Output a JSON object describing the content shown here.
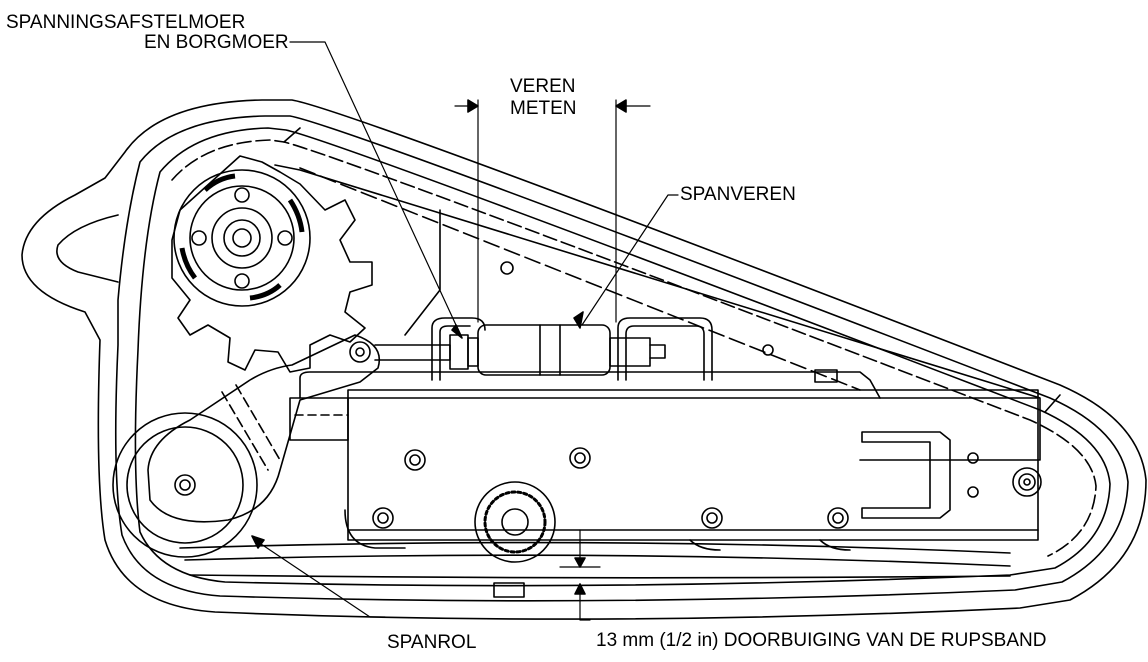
{
  "labels": {
    "adjust_nut_line1": "SPANNINGSAFSTELMOER",
    "adjust_nut_line2": "EN BORGMOER",
    "measure_line1": "VEREN",
    "measure_line2": "METEN",
    "springs": "SPANVEREN",
    "idler": "SPANROL",
    "deflection": "13 mm (1/2 in) DOORBUIGING VAN DE RUPSBAND"
  }
}
